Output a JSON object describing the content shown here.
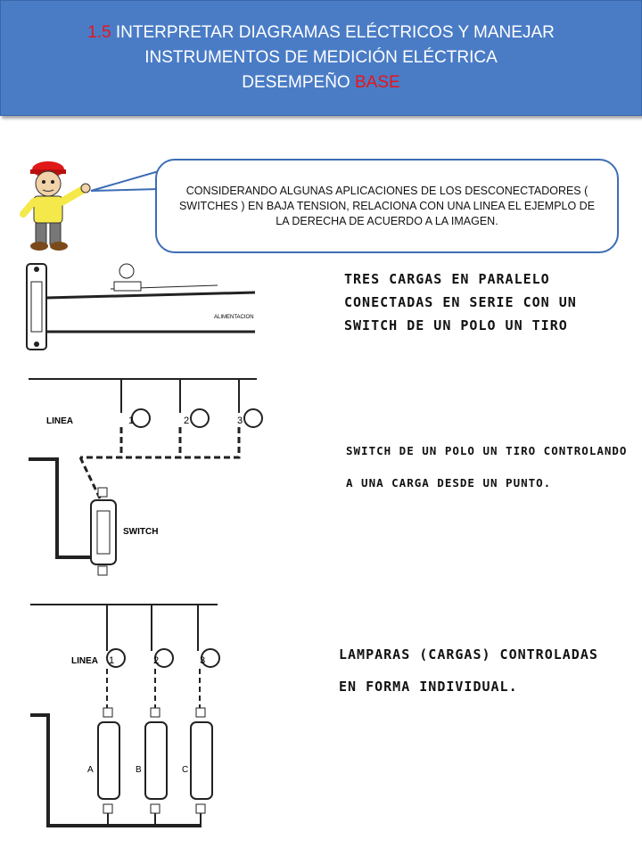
{
  "header": {
    "line1_number": "1.5",
    "line1_text": "INTERPRETAR DIAGRAMAS ELÉCTRICOS Y MANEJAR",
    "line2": "INSTRUMENTOS DE MEDICIÓN ELÉCTRICA",
    "line3_prefix": "DESEMPEÑO",
    "line3_highlight": "BASE"
  },
  "instruction": "CONSIDERANDO ALGUNAS APLICACIONES DE LOS DESCONECTADORES ( SWITCHES ) EN BAJA TENSION, RELACIONA CON UNA LINEA EL EJEMPLO DE LA DERECHA DE ACUERDO A LA IMAGEN.",
  "diagrams": {
    "d1_label": "ALIMENTACION",
    "d2_line_label": "LINEA",
    "d2_switch_label": "SWITCH",
    "d2_lamps": [
      "1",
      "2",
      "3"
    ],
    "d3_line_label": "LINEA",
    "d3_lamps": [
      "1",
      "2",
      "3"
    ],
    "d3_switches": [
      "A",
      "B",
      "C"
    ]
  },
  "captions": {
    "c1_line1": "TRES CARGAS EN PARALELO",
    "c1_line2": "CONECTADAS EN SERIE CON UN",
    "c1_line3": "SWITCH DE UN POLO UN TIRO",
    "c2_line1": "SWITCH DE UN POLO UN TIRO CONTROLANDO",
    "c2_line2": "A UNA CARGA DESDE UN PUNTO.",
    "c3_line1": "LAMPARAS (CARGAS) CONTROLADAS",
    "c3_line2": "EN FORMA INDIVIDUAL."
  },
  "colors": {
    "header_bg": "#4a7cc6",
    "accent_red": "#e8141a",
    "bubble_border": "#3d6db5"
  }
}
